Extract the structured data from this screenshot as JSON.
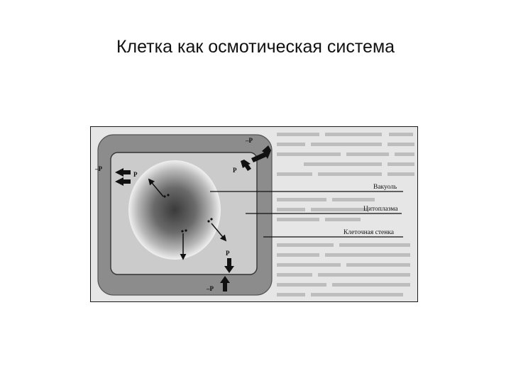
{
  "slide": {
    "title": "Клетка как осмотическая система"
  },
  "diagram": {
    "labels": {
      "vacuole": "Вакуоль",
      "cytoplasm": "Цитоплазма",
      "cell_wall": "Клеточная стенка"
    },
    "pressure_labels": {
      "p_top_right_neg": "–P",
      "p_top_right_pos": "P",
      "p_left_neg": "–P",
      "p_left_pos": "P",
      "p_bottom_pos": "P",
      "p_bottom_neg": "–P"
    },
    "colors": {
      "cell_wall": "#8a8a8a",
      "cytoplasm": "#c9c9c9",
      "vacuole_center": "#3f3f3f",
      "vacuole_edge": "#f2f2f2",
      "background_text": "#b5b5b5"
    }
  }
}
